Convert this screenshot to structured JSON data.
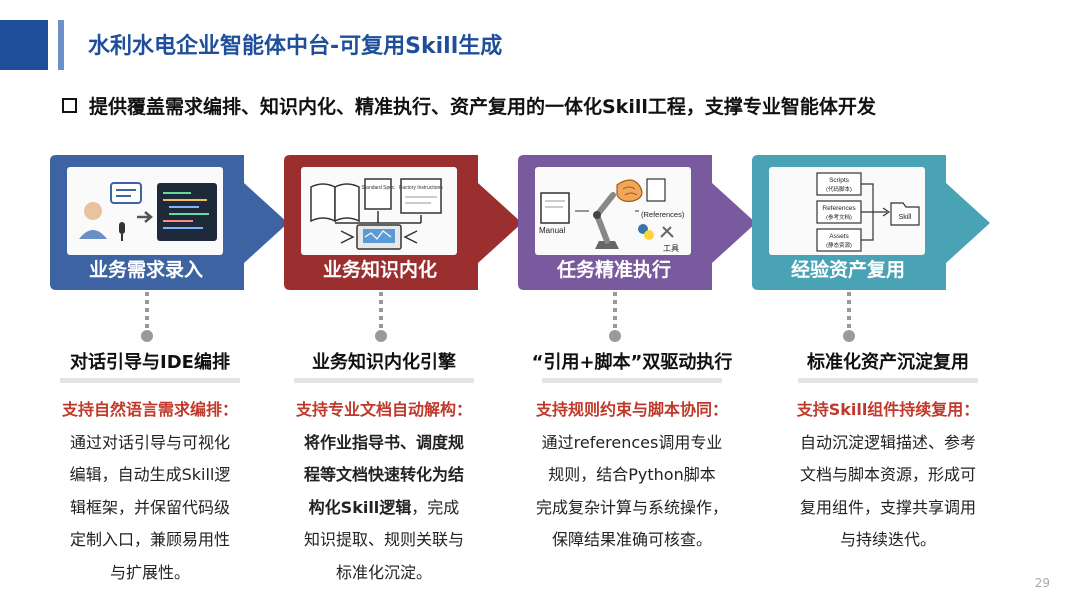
{
  "header": {
    "title": "水利水电企业智能体中台-可复用Skill生成",
    "subtitle": "提供覆盖需求编排、知识内化、精准执行、资产复用的一体化Skill工程，支撑专业智能体开发"
  },
  "stages": [
    {
      "label": "业务需求录入",
      "color": "#3e63a3"
    },
    {
      "label": "业务知识内化",
      "color": "#9b2f2f"
    },
    {
      "label": "任务精准执行",
      "color": "#7a5a9f"
    },
    {
      "label": "经验资产复用",
      "color": "#4aa3b4"
    }
  ],
  "card_texts": {
    "stage2_doc1": "Standard Spec",
    "stage2_doc2": "Factory Instructions",
    "stage3_manual": "Manual",
    "stage3_references": "(References)",
    "stage3_tool": "工具",
    "stage4_scripts": "Scripts",
    "stage4_scripts_cn": "(代码脚本)",
    "stage4_references": "References",
    "stage4_references_cn": "(参考文档)",
    "stage4_assets": "Assets",
    "stage4_assets_cn": "(静态资源)",
    "stage4_skill": "Skill"
  },
  "columns": [
    {
      "heading": "对话引导与IDE编排",
      "highlight": "支持自然语言需求编排：",
      "lines": [
        "通过对话引导与可视化",
        "编辑，自动生成Skill逻",
        "辑框架，并保留代码级",
        "定制入口，兼顾易用性",
        "与扩展性。"
      ]
    },
    {
      "heading": "业务知识内化引擎",
      "highlight": "支持专业文档自动解构：",
      "bold_lines": [
        "将作业指导书、调度规",
        "程等文档快速转化为结"
      ],
      "bold_part": "构化Skill逻辑",
      "after_bold": "，完成",
      "lines": [
        "知识提取、规则关联与",
        "标准化沉淀。"
      ]
    },
    {
      "heading": "“引用+脚本”双驱动执行",
      "highlight": "支持规则约束与脚本协同：",
      "lines": [
        "通过references调用专业",
        "规则，结合Python脚本",
        "完成复杂计算与系统操作，",
        "保障结果准确可核查。"
      ]
    },
    {
      "heading": "标准化资产沉淀复用",
      "highlight": "支持Skill组件持续复用：",
      "lines": [
        "自动沉淀逻辑描述、参考",
        "文档与脚本资源，形成可",
        "复用组件，支撑共享调用",
        "与持续迭代。"
      ]
    }
  ],
  "page_number": "29"
}
